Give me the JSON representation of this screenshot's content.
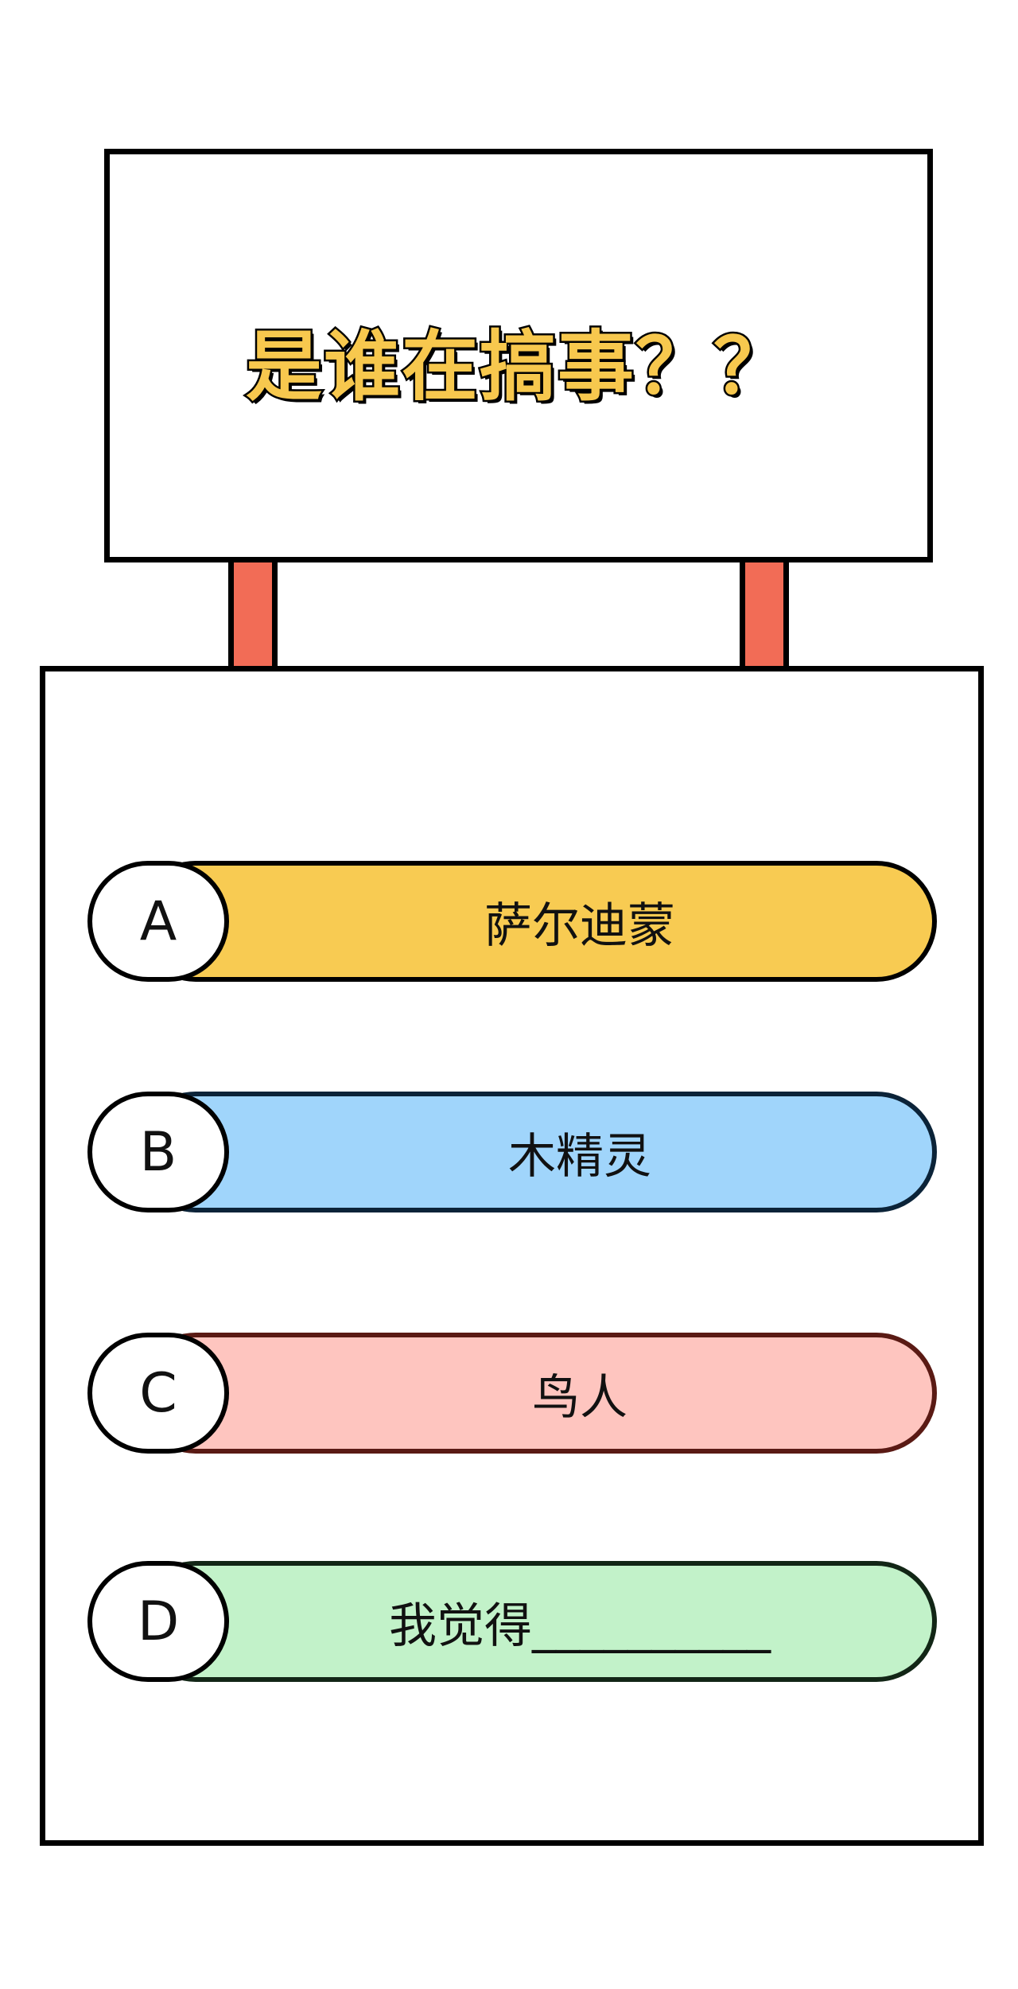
{
  "sign": {
    "title": "是谁在搞事？？"
  },
  "options": [
    {
      "letter": "A",
      "text": "萨尔迪蒙",
      "color": "#f8cb52"
    },
    {
      "letter": "B",
      "text": "木精灵",
      "color": "#a0d5fb"
    },
    {
      "letter": "C",
      "text": "鸟人",
      "color": "#fec5bf"
    },
    {
      "letter": "D",
      "text": "我觉得__________",
      "color": "#c2f2c9"
    }
  ],
  "colors": {
    "post": "#f26c56",
    "title_fill": "#f7c84e",
    "outline": "#000000"
  }
}
